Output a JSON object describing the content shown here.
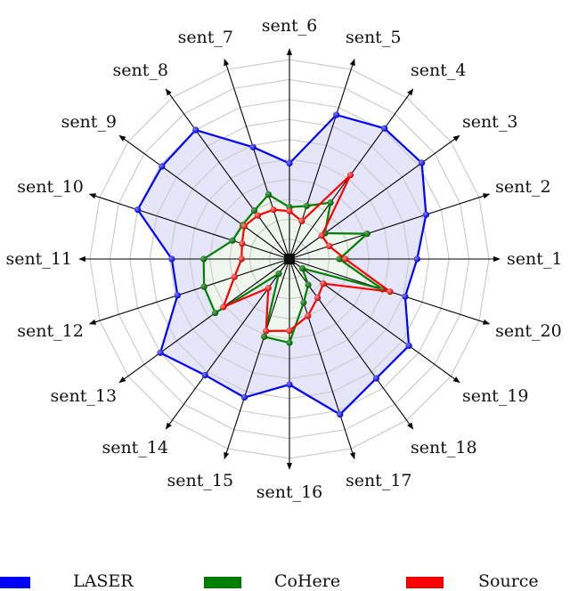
{
  "chart_data": {
    "type": "radar",
    "title": "",
    "categories": [
      "sent_1",
      "sent_2",
      "sent_3",
      "sent_4",
      "sent_5",
      "sent_6",
      "sent_7",
      "sent_8",
      "sent_9",
      "sent_10",
      "sent_11",
      "sent_12",
      "sent_13",
      "sent_14",
      "sent_15",
      "sent_16",
      "sent_17",
      "sent_18",
      "sent_19",
      "sent_20"
    ],
    "rlim": [
      0,
      10
    ],
    "rings": 10,
    "grid": true,
    "legend_position": "bottom",
    "series": [
      {
        "name": "LASER",
        "color": "#0000ff",
        "fill": "#e6e6fb",
        "values": [
          6.4,
          7.2,
          8.2,
          8.1,
          7.6,
          4.8,
          5.9,
          8.0,
          7.9,
          8.0,
          5.9,
          5.9,
          8.0,
          7.2,
          7.3,
          6.3,
          8.2,
          7.4,
          7.4,
          6.1
        ]
      },
      {
        "name": "CoHere",
        "color": "#008000",
        "fill": "#eef6ee",
        "values": [
          2.5,
          4.1,
          2.2,
          3.5,
          2.8,
          2.6,
          3.4,
          3.0,
          2.9,
          3.0,
          4.3,
          4.5,
          4.6,
          0.9,
          4.1,
          4.2,
          2.3,
          1.6,
          0.8,
          4.9
        ]
      },
      {
        "name": "Source",
        "color": "#ff0000",
        "fill": "none",
        "values": [
          2.8,
          2.1,
          2.0,
          5.2,
          2.0,
          2.4,
          2.6,
          2.7,
          2.8,
          2.5,
          2.4,
          2.9,
          4.1,
          1.8,
          3.8,
          3.6,
          3.0,
          2.4,
          2.1,
          5.3
        ]
      }
    ]
  },
  "legend": {
    "items": [
      {
        "label": "LASER",
        "color": "#0000ff"
      },
      {
        "label": "CoHere",
        "color": "#008000"
      },
      {
        "label": "Source",
        "color": "#ff0000"
      }
    ]
  }
}
